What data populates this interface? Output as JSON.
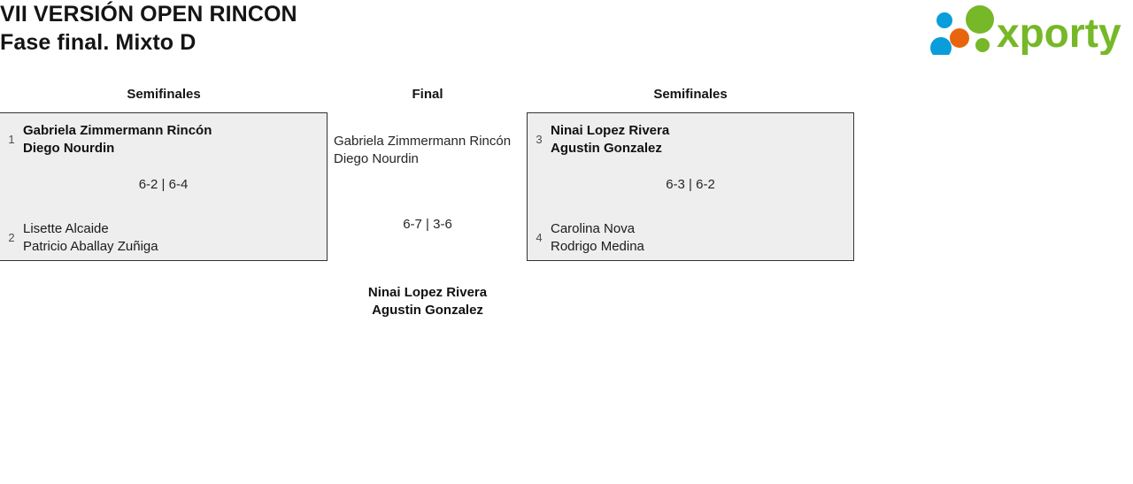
{
  "header": {
    "title_line1": "VII VERSIÓN OPEN RINCON",
    "title_line2": "Fase final. Mixto D"
  },
  "logo": {
    "text": "xporty",
    "green": "#76b828",
    "blue": "#0a9ddb",
    "orange": "#e8650d"
  },
  "rounds": {
    "semifinal_left_label": "Semifinales",
    "final_label": "Final",
    "semifinal_right_label": "Semifinales"
  },
  "matches": {
    "semifinal_left": {
      "top": {
        "seed": "1",
        "player1": "Gabriela Zimmermann Rincón",
        "player2": "Diego Nourdin",
        "winner": true
      },
      "bottom": {
        "seed": "2",
        "player1": "Lisette Alcaide",
        "player2": "Patricio Aballay Zuñiga",
        "winner": false
      },
      "score": "6-2 | 6-4"
    },
    "semifinal_right": {
      "top": {
        "seed": "3",
        "player1": "Ninai Lopez Rivera",
        "player2": "Agustin Gonzalez",
        "winner": true
      },
      "bottom": {
        "seed": "4",
        "player1": "Carolina Nova",
        "player2": "Rodrigo Medina",
        "winner": false
      },
      "score": "6-3 | 6-2"
    },
    "final": {
      "loser": {
        "player1": "Gabriela Zimmermann Rincón",
        "player2": "Diego Nourdin"
      },
      "score": "6-7 | 3-6",
      "champion": {
        "player1": "Ninai Lopez Rivera",
        "player2": "Agustin Gonzalez"
      }
    }
  }
}
